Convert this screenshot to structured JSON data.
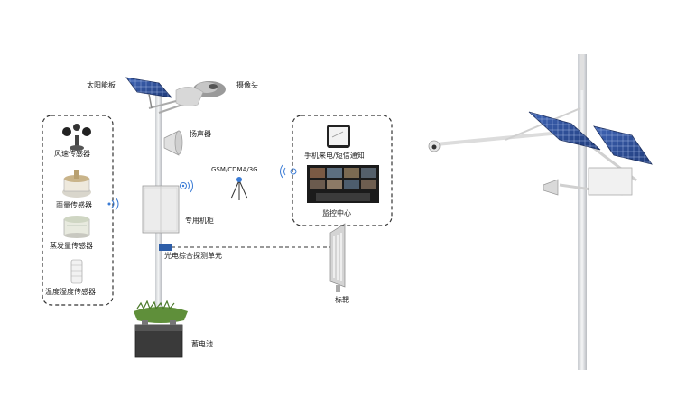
{
  "labels": {
    "solar_panel": "太阳能板",
    "camera": "摄像头",
    "speaker": "扬声器",
    "wind_sensor": "风速传感器",
    "rain_sensor": "雨量传感器",
    "evap_sensor": "蒸发量传感器",
    "temp_humidity_sensor": "温度湿度传感器",
    "network": "GSM/CDMA/3G",
    "sms_notice": "手机来电/短信通知",
    "monitor_center": "监控中心",
    "cabinet": "专用机柜",
    "photoelectric_unit": "光电综合探测单元",
    "target": "标靶",
    "battery": "蓄电池"
  },
  "colors": {
    "pole": "#e8eaec",
    "panel": "#2e4f96",
    "dash": "#333333",
    "wireless": "#3a7bd5",
    "grass": "#5f8f3a"
  },
  "icons": [
    "wifi-icon",
    "solar-panel-icon",
    "camera-icon",
    "speaker-icon",
    "antenna-icon",
    "phone-icon",
    "monitor-icon",
    "battery-icon"
  ]
}
